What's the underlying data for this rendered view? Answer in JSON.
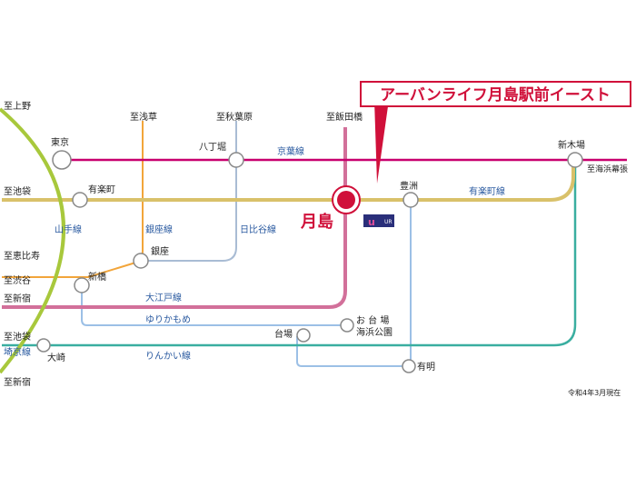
{
  "title": "アーバンライフ月島駅前イースト",
  "highlight_station": "月島",
  "date_note": "令和4年3月現在",
  "ur_logo_text": "UR",
  "colors": {
    "keiyo": "#c8006e",
    "yurakucho": "#d9c16a",
    "oedo": "#d2709a",
    "yamanote": "#a8c83c",
    "ginza": "#f2a53a",
    "hibiya": "#a9bcd4",
    "yurikamome": "#9cc0e6",
    "rinkai": "#3aaea0",
    "accent_red": "#d0103a"
  },
  "stations": {
    "tokyo": "東京",
    "hatchobori": "八丁堀",
    "shinkiba": "新木場",
    "yurakucho": "有楽町",
    "toyosu": "豊洲",
    "ginza": "銀座",
    "shimbashi": "新橋",
    "odaiba_1": "お 台 場",
    "odaiba_2": "海浜公園",
    "daiba": "台場",
    "osaki": "大崎",
    "ariake": "有明"
  },
  "destinations": {
    "ueno": "至上野",
    "asakusa": "至浅草",
    "akihabara": "至秋葉原",
    "iidabashi": "至飯田橋",
    "ikebukuro_1": "至池袋",
    "ebisu": "至恵比寿",
    "shibuya": "至渋谷",
    "shinjuku_1": "至新宿",
    "ikebukuro_2": "至池袋",
    "shinjuku_2": "至新宿",
    "kaihinmakuhari": "至海浜幕張"
  },
  "lines": {
    "keiyo": "京葉線",
    "yurakucho": "有楽町線",
    "yamanote": "山手線",
    "ginza": "銀座線",
    "hibiya": "日比谷線",
    "oedo": "大江戸線",
    "yurikamome": "ゆりかもめ",
    "saikyo": "埼京線",
    "rinkai": "りんかい線"
  }
}
